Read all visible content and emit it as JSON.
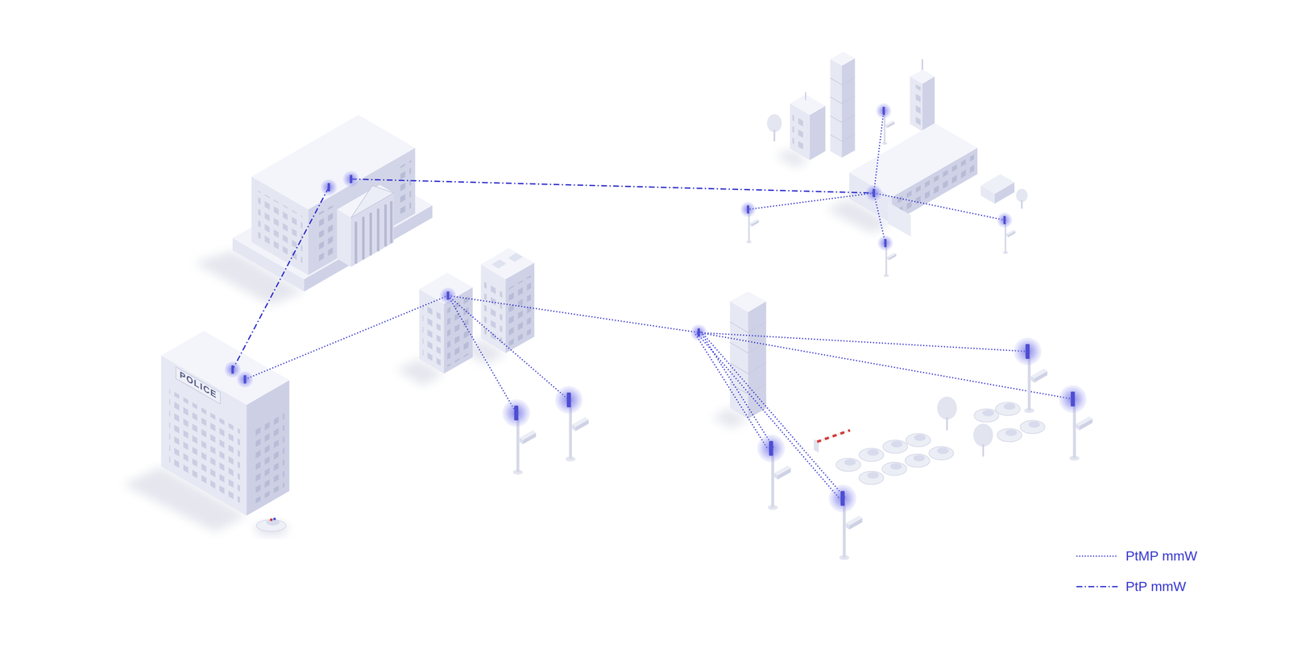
{
  "diagram": {
    "labels": [
      "POLICE"
    ],
    "legend": [
      {
        "text": "PtMP mmW"
      },
      {
        "text": "PtP mmW"
      }
    ]
  }
}
